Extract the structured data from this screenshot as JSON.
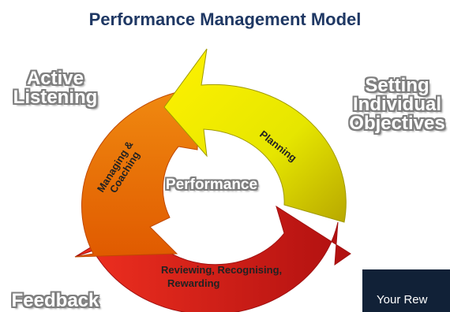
{
  "title": "Performance Management Model",
  "labels": {
    "active_listening": "Active\nListening",
    "setting_objectives": "Setting\nIndividual\nObjectives",
    "feedback": "Feedback",
    "performance": "Performance"
  },
  "arrows": {
    "planning": "Planning",
    "managing_line1": "Managing &",
    "managing_line2": "Coaching",
    "reviewing_line1": "Reviewing, Recognising,",
    "reviewing_line2": "Rewarding"
  },
  "corner_box": {
    "text": "Your Rew"
  },
  "colors": {
    "title": "#1f3864",
    "yellow": "#e8e800",
    "orange": "#f07800",
    "red": "#d81f1f",
    "corner_box": "#112137"
  }
}
